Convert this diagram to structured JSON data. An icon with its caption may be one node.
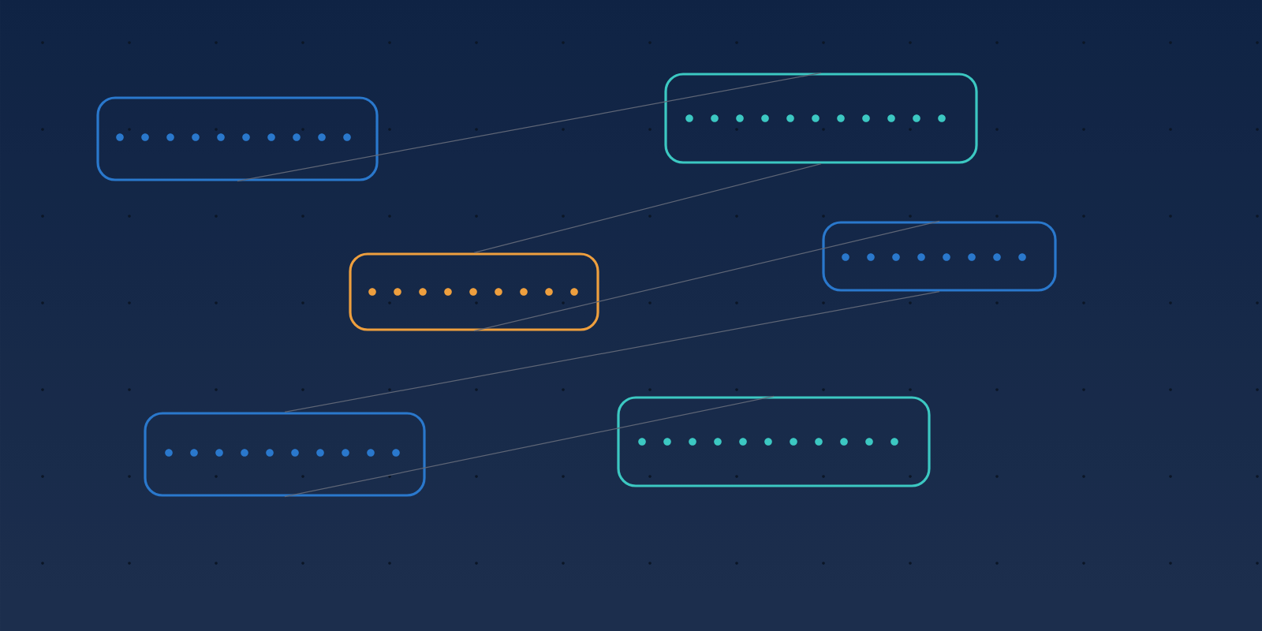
{
  "diagram": {
    "nodes": [
      {
        "text": [],
        "shape": "box"
      },
      {
        "text": [],
        "shape": "box"
      },
      {
        "text": [],
        "shape": "box"
      },
      {
        "text": [],
        "shape": "box"
      },
      {
        "text": [],
        "shape": "box"
      },
      {
        "text": [],
        "shape": "box"
      }
    ],
    "edges": [
      {
        "from": 0,
        "to": 1,
        "arrow": "none"
      },
      {
        "from": 1,
        "to": 2,
        "arrow": "none"
      },
      {
        "from": 2,
        "to": 3,
        "arrow": "none"
      },
      {
        "from": 3,
        "to": 4,
        "arrow": "none"
      },
      {
        "from": 4,
        "to": 5,
        "arrow": "none"
      }
    ]
  }
}
